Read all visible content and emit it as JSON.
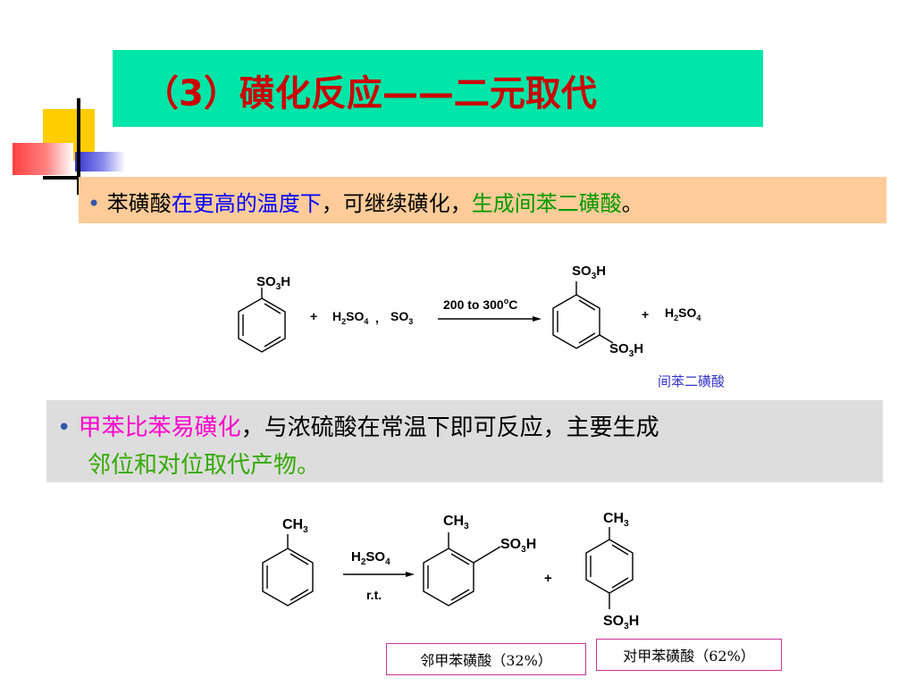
{
  "title": "（3）磺化反应——二元取代",
  "bullet1": {
    "bullet": "•",
    "part1": "苯磺酸",
    "part2": "在更高的温度下",
    "part3": "，可继续磺化，",
    "part4": "生成间苯二磺酸",
    "part5": "。"
  },
  "reaction1": {
    "reactant_group": "SO3H",
    "plus1": "+",
    "reagent1": "H2SO4",
    "comma": ",",
    "reagent2": "SO3",
    "condition": "200 to 300oC",
    "product_group_top": "SO3H",
    "product_group_bottom": "SO3H",
    "plus2": "+",
    "byproduct": "H2SO4",
    "product_label": "间苯二磺酸"
  },
  "bullet2": {
    "bullet": "•",
    "part1": "甲苯比苯易磺化",
    "part2": "，与浓硫酸在常温下即可反应，主要生成",
    "line2": "邻位和对位取代产物。"
  },
  "reaction2": {
    "reactant_group": "CH3",
    "reagent": "H2SO4",
    "condition": "r.t.",
    "ortho_group_top": "CH3",
    "ortho_group_side": "SO3H",
    "plus": "+",
    "para_group_top": "CH3",
    "para_group_bottom": "SO3H",
    "ortho_label": "邻甲苯磺酸（32%）",
    "para_label": "对甲苯磺酸（62%）"
  },
  "colors": {
    "title_bg": "#00e6a8",
    "title_text": "#cc0000",
    "bullet1_bg": "#ffcc99",
    "bullet2_bg": "#dddddd",
    "blue_text": "#0000ff",
    "green_text": "#009900",
    "magenta_text": "#ff00cc"
  }
}
